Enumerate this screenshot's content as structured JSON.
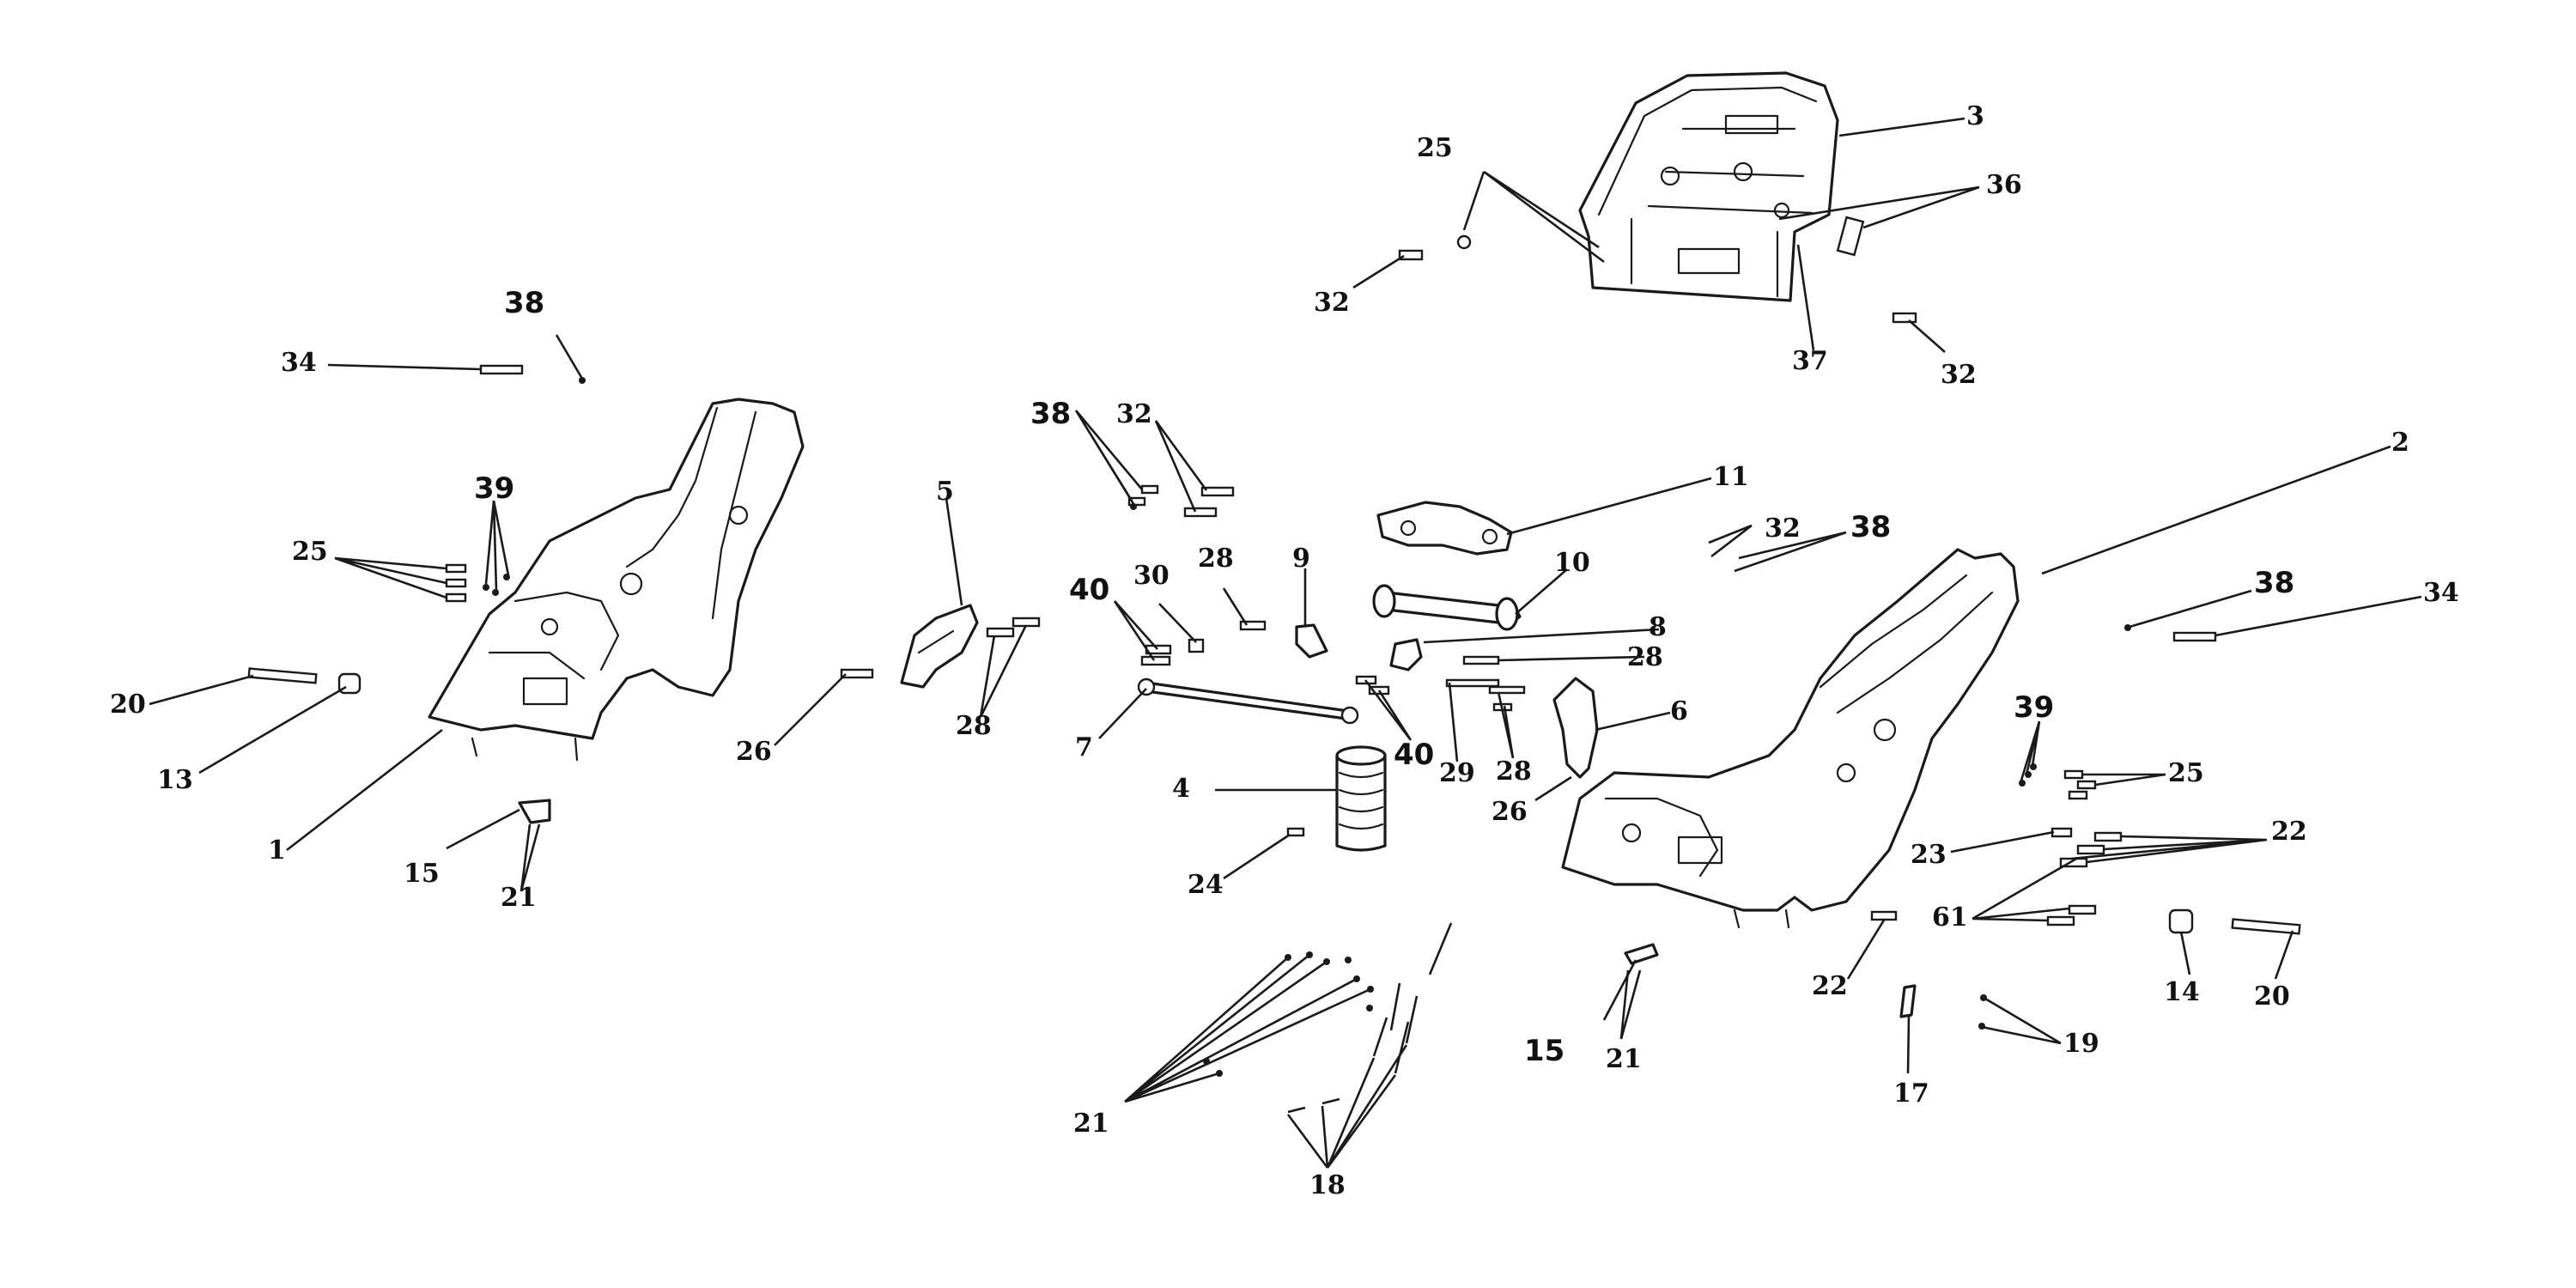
{
  "callouts": {
    "c1": "1",
    "c2": "2",
    "c3": "3",
    "c4": "4",
    "c5": "5",
    "c6": "6",
    "c7": "7",
    "c8": "8",
    "c9": "9",
    "c10": "10",
    "c11": "11",
    "c13": "13",
    "c14": "14",
    "c15a": "15",
    "c15b": "15",
    "c17": "17",
    "c18": "18",
    "c19": "19",
    "c20a": "20",
    "c20b": "20",
    "c21a": "21",
    "c21b": "21",
    "c21c": "21",
    "c22a": "22",
    "c22b": "22",
    "c23": "23",
    "c24": "24",
    "c25a": "25",
    "c25b": "25",
    "c25c": "25",
    "c26a": "26",
    "c26b": "26",
    "c28a": "28",
    "c28b": "28",
    "c28c": "28",
    "c28d": "28",
    "c29": "29",
    "c30": "30",
    "c32a": "32",
    "c32b": "32",
    "c32c": "32",
    "c32d": "32",
    "c34a": "34",
    "c34b": "34",
    "c36": "36",
    "c37": "37",
    "c38a": "38",
    "c38b": "38",
    "c38c": "38",
    "c38d": "38",
    "c39a": "39",
    "c39b": "39",
    "c40a": "40",
    "c40b": "40",
    "c61": "61"
  }
}
